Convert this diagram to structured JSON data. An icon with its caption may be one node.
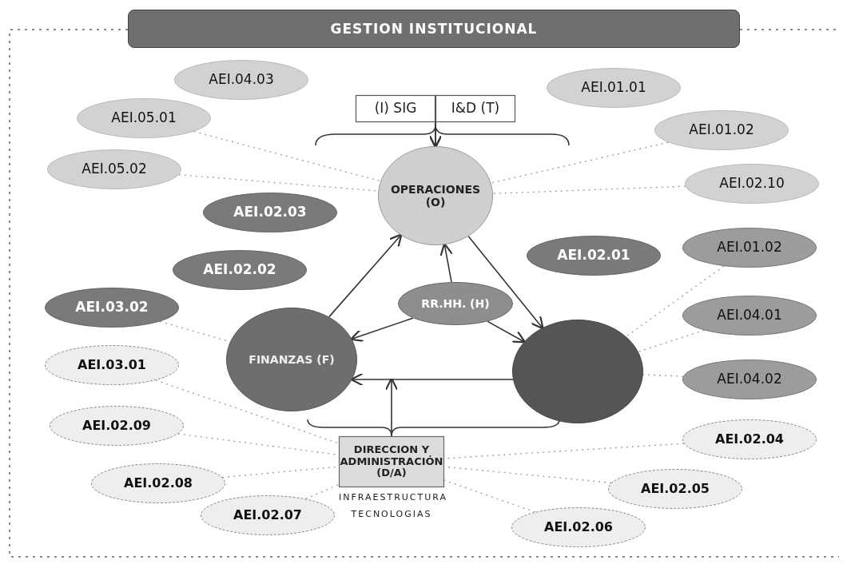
{
  "diagram": {
    "title": "GESTION INSTITUCIONAL",
    "nodes": [
      {
        "text": [
          "(I) SIG"
        ]
      },
      {
        "text": [
          "I&D (T)"
        ]
      },
      {
        "text": [
          "OPERACIONES (O)"
        ]
      },
      {
        "text": [
          "RR.HH. (H)"
        ]
      },
      {
        "text": [
          "FINANZAS (F)"
        ]
      },
      {
        "text": [],
        "shape": "circle"
      },
      {
        "text": [
          "DIRECCION Y ADMINISTRACIÓN (D/A)"
        ],
        "beside": [
          "INFRAESTRUCTURA",
          "TECNOLOGIAS"
        ]
      },
      {
        "text": [
          "AEI.04.03"
        ]
      },
      {
        "text": [
          "AEI.01.01"
        ]
      },
      {
        "text": [
          "AEI.05.01"
        ]
      },
      {
        "text": [
          "AEI.01.02"
        ]
      },
      {
        "text": [
          "AEI.05.02"
        ]
      },
      {
        "text": [
          "AEI.02.10"
        ]
      },
      {
        "text": [
          "AEI.02.03"
        ]
      },
      {
        "text": [
          "AEI.02.02"
        ]
      },
      {
        "text": [
          "AEI.02.01"
        ]
      },
      {
        "text": [
          "AEI.01.02"
        ]
      },
      {
        "text": [
          "AEI.03.02"
        ]
      },
      {
        "text": [
          "AEI.04.01"
        ]
      },
      {
        "text": [
          "AEI.03.01"
        ]
      },
      {
        "text": [
          "AEI.04.02"
        ]
      },
      {
        "text": [
          "AEI.02.09"
        ]
      },
      {
        "text": [
          "AEI.02.04"
        ]
      },
      {
        "text": [
          "AEI.02.08"
        ]
      },
      {
        "text": [
          "AEI.02.05"
        ]
      },
      {
        "text": [
          "AEI.02.07"
        ]
      },
      {
        "text": [
          "AEI.02.06"
        ]
      }
    ],
    "edges": [
      {
        "from": 0,
        "to": 2,
        "arrow": "to",
        "color": "#333333"
      },
      {
        "from": 1,
        "to": 2,
        "arrow": "to",
        "color": "#333333"
      },
      {
        "from": 2,
        "to": 5,
        "arrow": "to",
        "color": "#333333"
      },
      {
        "from": 4,
        "to": 2,
        "arrow": "to",
        "color": "#333333"
      },
      {
        "from": 3,
        "to": 2,
        "arrow": "to",
        "color": "#333333"
      },
      {
        "from": 3,
        "to": 4,
        "arrow": "to",
        "color": "#333333"
      },
      {
        "from": 3,
        "to": 5,
        "arrow": "to",
        "color": "#333333"
      },
      {
        "from": 5,
        "to": 4,
        "arrow": "to",
        "color": "#333333"
      },
      {
        "from": 6,
        "to": null,
        "arrow": "to",
        "color": "#333333"
      },
      {
        "from": 9,
        "to": 2,
        "arrow": "none",
        "style": "dashed"
      },
      {
        "from": 11,
        "to": 2,
        "arrow": "none",
        "style": "dashed"
      },
      {
        "from": 10,
        "to": 2,
        "arrow": "none",
        "style": "dashed"
      },
      {
        "from": 12,
        "to": 2,
        "arrow": "none",
        "style": "dashed"
      },
      {
        "from": 16,
        "to": 5,
        "arrow": "none",
        "style": "dashed"
      },
      {
        "from": 18,
        "to": 5,
        "arrow": "none",
        "style": "dashed"
      },
      {
        "from": 20,
        "to": 5,
        "arrow": "none",
        "style": "dashed"
      },
      {
        "from": 17,
        "to": 4,
        "arrow": "none",
        "style": "dashed"
      },
      {
        "from": 19,
        "to": 6,
        "arrow": "none",
        "style": "dashed"
      },
      {
        "from": 21,
        "to": 6,
        "arrow": "none",
        "style": "dashed"
      },
      {
        "from": 23,
        "to": 6,
        "arrow": "none",
        "style": "dashed"
      },
      {
        "from": 25,
        "to": 6,
        "arrow": "none",
        "style": "dashed"
      },
      {
        "from": 22,
        "to": 6,
        "arrow": "none",
        "style": "dashed"
      },
      {
        "from": 24,
        "to": 6,
        "arrow": "none",
        "style": "dashed"
      },
      {
        "from": 26,
        "to": 6,
        "arrow": "none",
        "style": "dashed"
      }
    ]
  }
}
